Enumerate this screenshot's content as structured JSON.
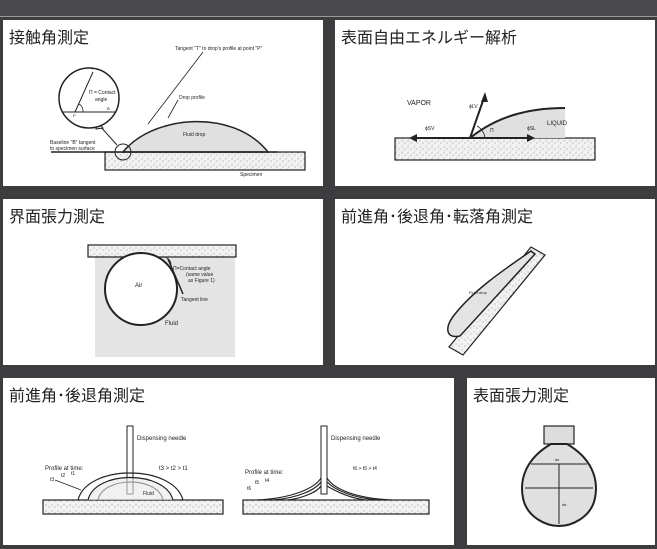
{
  "panels": {
    "p1": {
      "title": "接触角測定",
      "tangent_label": "Tangent \"T\" to drop's profile at point \"P\"",
      "drop_profile": "Drop profile",
      "fluid_drop": "Fluid drop",
      "contact_angle_1": "Π = Contact",
      "contact_angle_2": "angle",
      "baseline_1": "Baseline \"B\" tangent",
      "baseline_2": "to specimen surface",
      "specimen": "Specimen",
      "point_t": "T",
      "point_p": "P",
      "point_b": "B"
    },
    "p2": {
      "title": "表面自由エネルギー解析",
      "vapor": "VAPOR",
      "liquid": "LIQUID",
      "phi_lv": "ϕLV",
      "phi_sv": "ϕSV",
      "phi_sl": "ϕSL",
      "pi": "Π"
    },
    "p3": {
      "title": "界面張力測定",
      "air": "Air",
      "contact_1": "Π=Contact angle",
      "contact_2": "(same value",
      "contact_3": "as Figure 1)",
      "tangent_line": "Tangent line",
      "fluid": "Fluid"
    },
    "p4": {
      "title": "前進角･後退角･転落角測定",
      "fluid_drop": "Fluid drop"
    },
    "p5": {
      "title": "前進角･後退角測定",
      "needle_left": "Dispensing needle",
      "profile_left": "Profile at time:",
      "order_left": "t3 > t2 > t1",
      "t3": "t3",
      "t2": "t2",
      "t1": "t1",
      "fluid": "Fluid",
      "needle_right": "Dispensing needle",
      "profile_right": "Profile at time:",
      "order_right": "t6 > t5 > t4",
      "t6": "t6",
      "t5": "t5",
      "t4": "t4"
    },
    "p6": {
      "title": "表面張力測定",
      "ds": "ds",
      "de": "de"
    }
  }
}
